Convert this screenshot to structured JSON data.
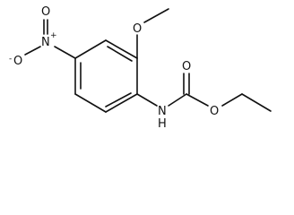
{
  "molecule": {
    "atoms": {
      "nitro_n": "N",
      "nitro_n_charge": "+",
      "nitro_o_top": "O",
      "nitro_o_bottom": "O",
      "nitro_o_charge": "-",
      "methoxy_o": "O",
      "amide_n": "N",
      "amide_h": "H",
      "carbonyl_o": "O",
      "ester_o": "O"
    },
    "colors": {
      "ink": "#111111",
      "background": "#ffffff"
    }
  }
}
